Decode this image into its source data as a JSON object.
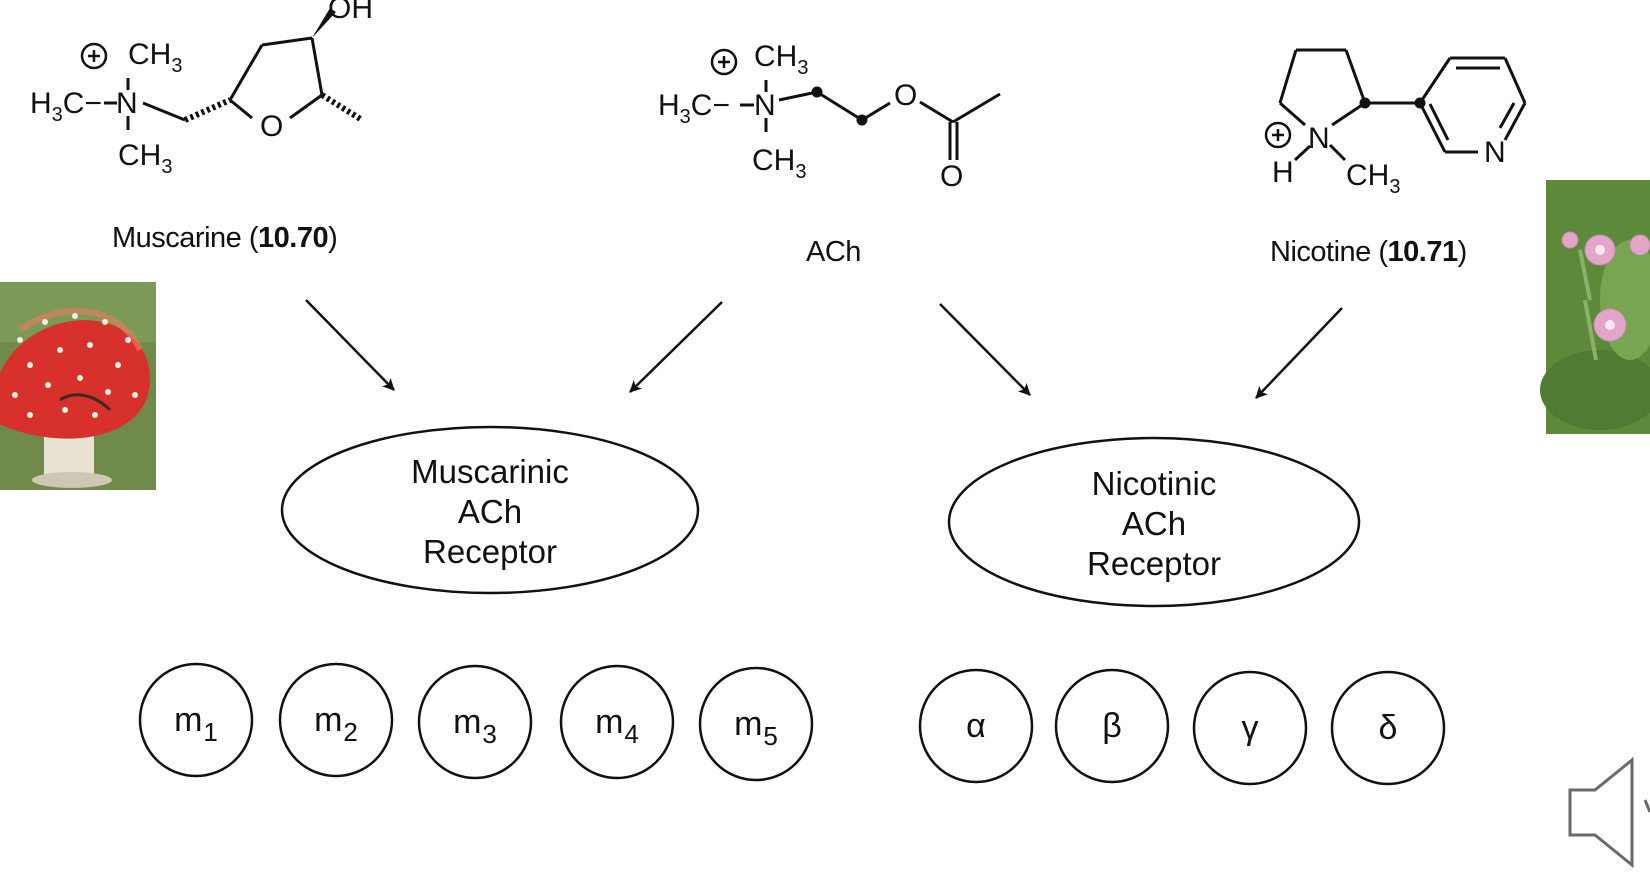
{
  "compounds": {
    "muscarine": {
      "name": "Muscarine (",
      "ref": "10.70",
      "close": ")"
    },
    "ach": {
      "name": "ACh"
    },
    "nicotine": {
      "name": "Nicotine (",
      "ref": "10.71",
      "close": ")"
    }
  },
  "receptors": {
    "muscarinic": {
      "line1": "Muscarinic",
      "line2": "ACh",
      "line3": "Receptor"
    },
    "nicotinic": {
      "line1": "Nicotinic",
      "line2": "ACh",
      "line3": "Receptor"
    }
  },
  "muscarinic_subtypes": [
    {
      "base": "m",
      "sub": "1"
    },
    {
      "base": "m",
      "sub": "2"
    },
    {
      "base": "m",
      "sub": "3"
    },
    {
      "base": "m",
      "sub": "4"
    },
    {
      "base": "m",
      "sub": "5"
    }
  ],
  "nicotinic_subunits": [
    "α",
    "β",
    "γ",
    "δ"
  ],
  "structure_labels": {
    "oh": "OH",
    "o": "O",
    "ch3": "CH",
    "three": "3",
    "h3c": "H",
    "n": "N",
    "h": "H",
    "plus": "+"
  },
  "images": {
    "mushroom_icon": "amanita-mushroom-photo",
    "tobacco_icon": "tobacco-flower-photo",
    "speaker_icon": "speaker-icon"
  },
  "colors": {
    "ink": "#111111",
    "mushroom": "#d8302b",
    "leaf": "#5c8a3a",
    "flower": "#e3a6c8"
  }
}
